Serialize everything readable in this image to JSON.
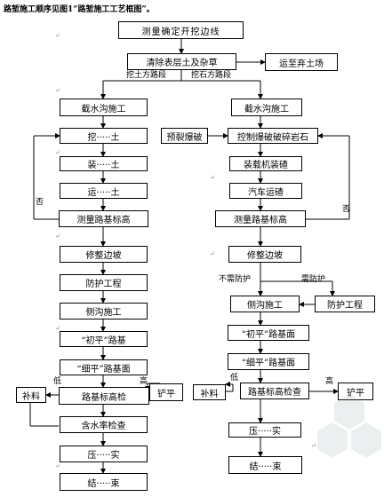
{
  "title": "路堑施工顺序见图1“路堑施工工艺框图”。",
  "nodes": {
    "survey_line": "测量确定开挖边线",
    "clear_topsoil": "清除表层土及杂草",
    "haul_spoil": "运至弃土场",
    "soil_section": "挖土方路段",
    "rock_section": "挖石方路段",
    "L_cutoff_ditch": "截水沟施工",
    "L_excavate": "挖·····土",
    "L_load": "装·····土",
    "L_transport": "运·····土",
    "L_survey_elev": "测量路基标高",
    "L_trim_slope": "修整边坡",
    "L_protection": "防护工程",
    "L_side_ditch": "侧沟施工",
    "L_initial_level": "“初平”路基",
    "L_fine_level": "“细平”路基面",
    "L_check_elev": "路基标高检",
    "L_patch": "补料",
    "L_shave": "铲平",
    "L_moisture": "含水率检查",
    "L_compact": "压·····实",
    "L_end": "结·····束",
    "R_cutoff_ditch": "截水沟施工",
    "R_pre_split": "预裂爆破",
    "R_control_blast": "控制爆破破碎岩石",
    "R_loader": "装载机装碴",
    "R_truck": "汽车运碴",
    "R_survey_elev": "测量路基标高",
    "R_trim_slope": "修整边坡",
    "R_side_ditch": "侧沟施工",
    "R_protection": "防护工程",
    "R_initial_level": "“初平”路基面",
    "R_fine_level": "“细平”路基面",
    "R_check_elev": "路基标高检查",
    "R_patch": "补料",
    "R_shave": "铲平",
    "R_compact": "压·····实",
    "R_end": "结·····束"
  },
  "labels": {
    "L_no": "否",
    "R_no": "否",
    "L_low": "低",
    "L_high": "高",
    "R_low": "低",
    "R_high": "高",
    "no_protection": "不需防护",
    "need_protection": "需防护"
  }
}
